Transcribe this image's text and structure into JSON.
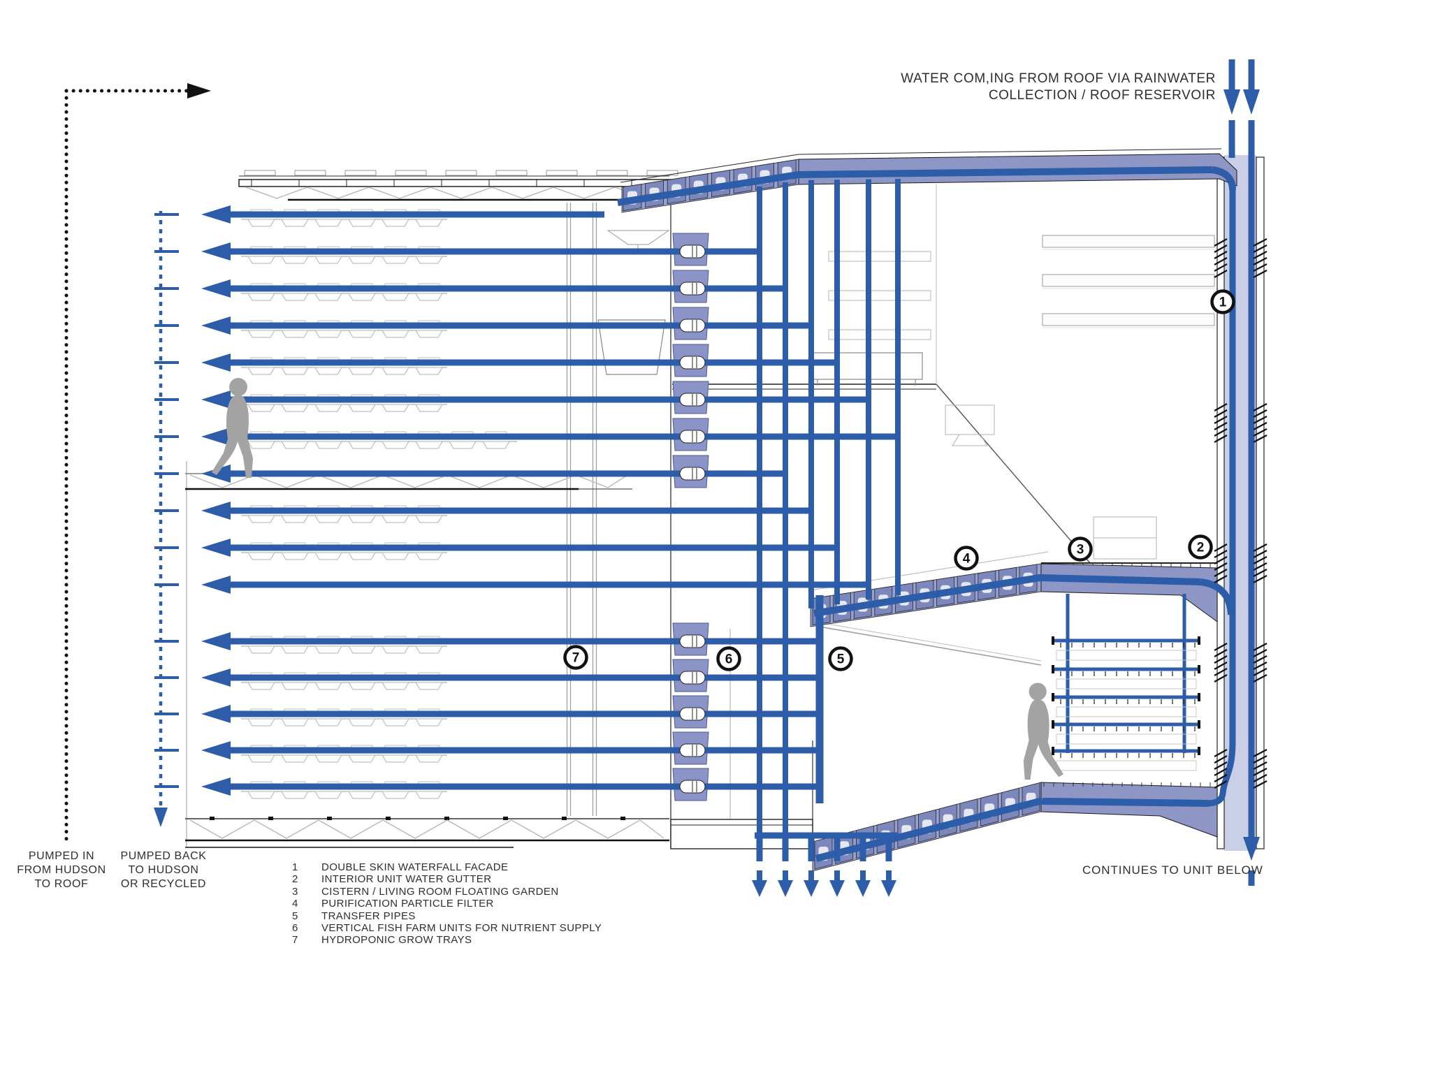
{
  "title": {
    "line1": "WATER COM,ING FROM ROOF VIA RAINWATER",
    "line2": "COLLECTION / ROOF RESERVOIR"
  },
  "labels": {
    "pumped_in": [
      "PUMPED IN",
      "FROM HUDSON",
      "TO ROOF"
    ],
    "pumped_back": [
      "PUMPED BACK",
      "TO HUDSON",
      "OR RECYCLED"
    ],
    "continues_below": "CONTINUES TO UNIT BELOW"
  },
  "legend": {
    "items": [
      {
        "num": "1",
        "text": "DOUBLE SKIN WATERFALL FACADE"
      },
      {
        "num": "2",
        "text": "INTERIOR UNIT WATER GUTTER"
      },
      {
        "num": "3",
        "text": "CISTERN / LIVING ROOM FLOATING GARDEN"
      },
      {
        "num": "4",
        "text": "PURIFICATION PARTICLE FILTER"
      },
      {
        "num": "5",
        "text": "TRANSFER PIPES"
      },
      {
        "num": "6",
        "text": "VERTICAL FISH FARM UNITS FOR NUTRIENT SUPPLY"
      },
      {
        "num": "7",
        "text": "HYDROPONIC GROW TRAYS"
      }
    ]
  },
  "callouts": [
    {
      "num": "1"
    },
    {
      "num": "2"
    },
    {
      "num": "3"
    },
    {
      "num": "4"
    },
    {
      "num": "5"
    },
    {
      "num": "6"
    },
    {
      "num": "7"
    }
  ],
  "colors": {
    "pipe_blue": "#2d5ca8",
    "band_purple": "#8d96c5",
    "panel_purple": "#7c88bb",
    "cavity_blue": "#c9cfe6",
    "ink": "#1a1a1a",
    "gray_line": "#b5b5b5",
    "dark_chord": "#111111",
    "figure_gray": "#a3a3a3",
    "text_gray": "#2e2e2e"
  }
}
